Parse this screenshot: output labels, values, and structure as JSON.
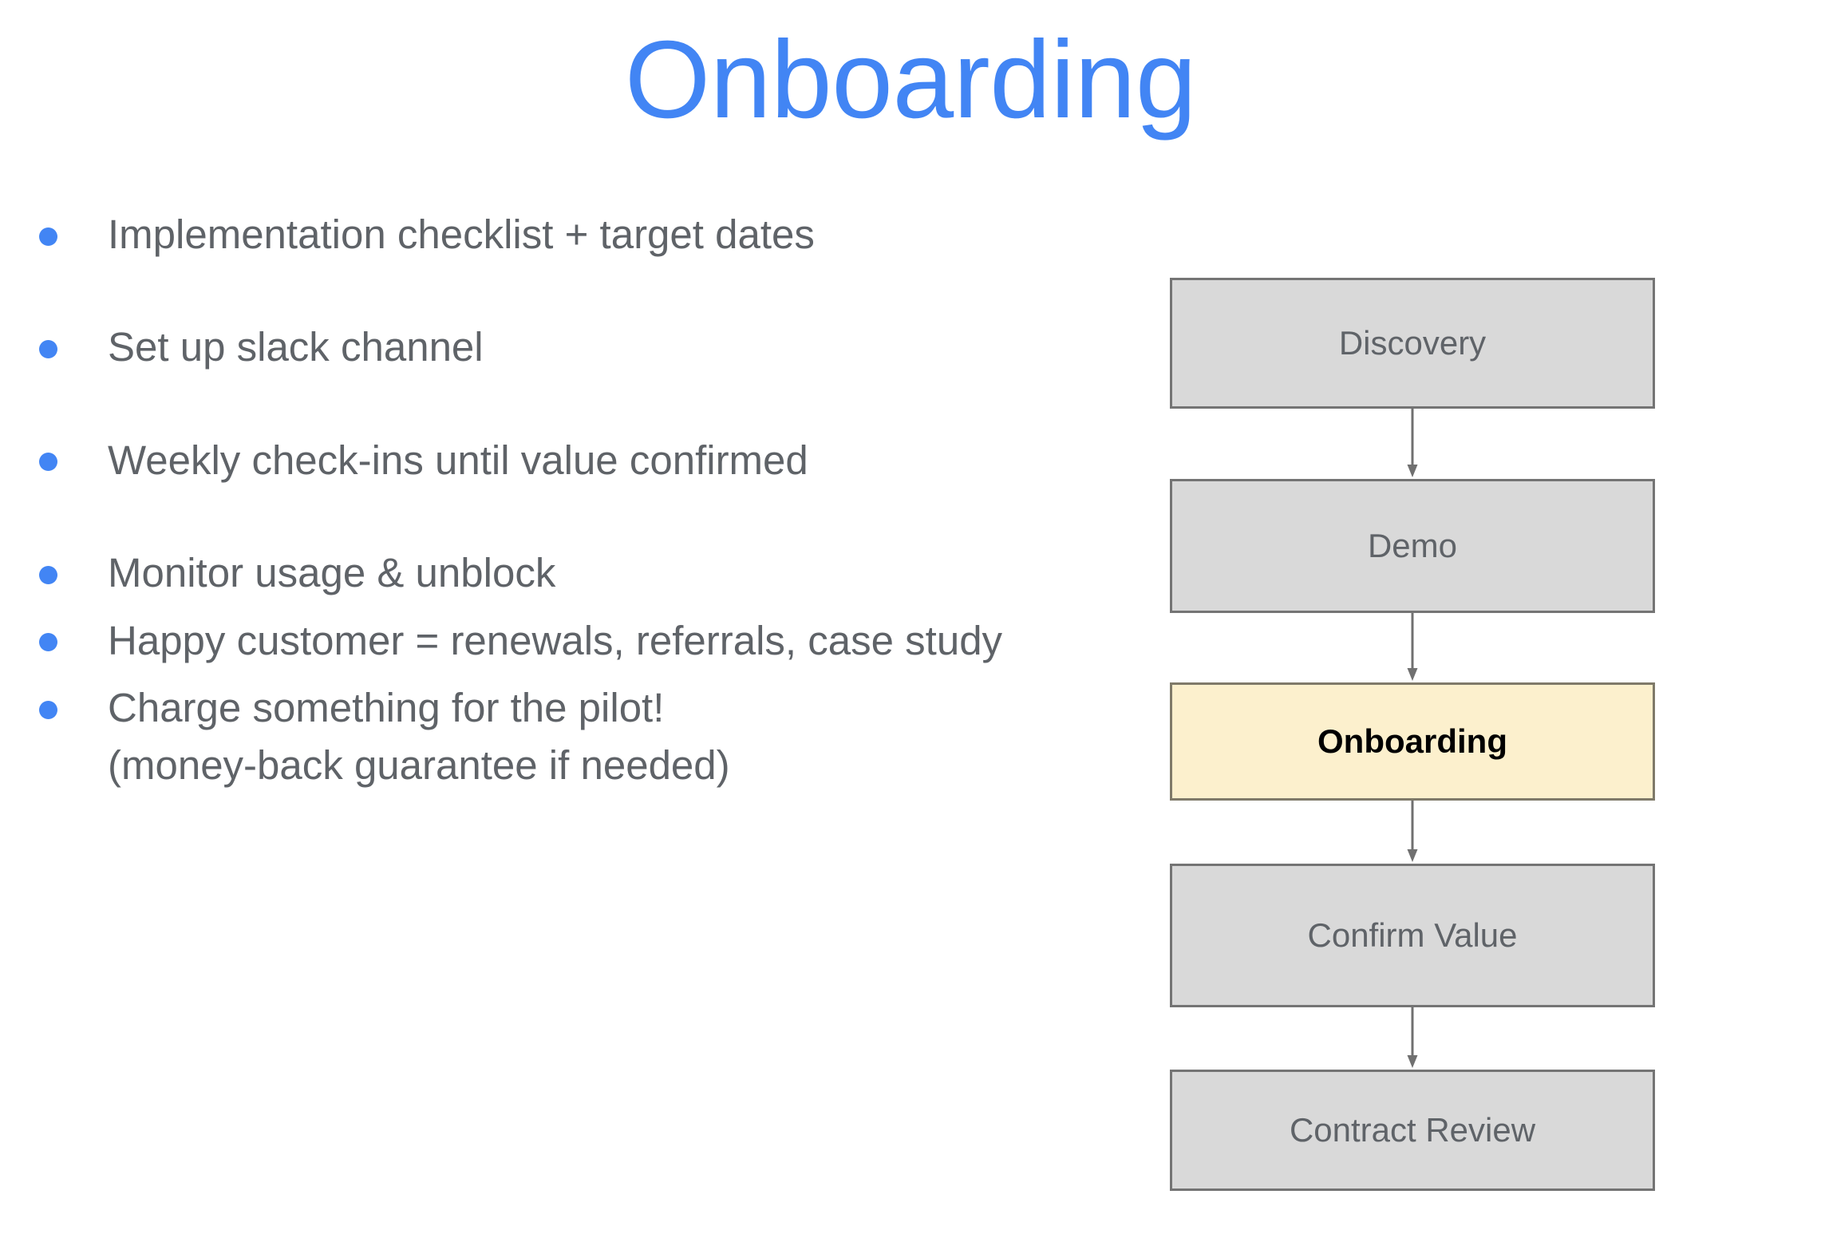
{
  "slide": {
    "title": "Onboarding",
    "title_color": "#4285F4",
    "background_color": "#FFFFFF",
    "body_text_color": "#5F6368",
    "bullet_color": "#4285F4"
  },
  "bullets": [
    {
      "text": "Implementation checklist + target dates"
    },
    {
      "text": "Set up slack channel"
    },
    {
      "text": "Weekly check-ins until value confirmed"
    },
    {
      "text": "Monitor usage & unblock"
    },
    {
      "text": "Happy customer = renewals, referrals, case study"
    },
    {
      "text": "Charge something for the pilot!\n(money-back guarantee if needed)"
    }
  ],
  "flowchart": {
    "node_fill": "#D9D9D9",
    "node_border": "#747474",
    "node_text_color": "#5F6368",
    "highlight_fill": "#FCF0CD",
    "highlight_text_color": "#000000",
    "arrow_color": "#707070",
    "nodes": [
      {
        "label": "Discovery",
        "highlighted": false
      },
      {
        "label": "Demo",
        "highlighted": false
      },
      {
        "label": "Onboarding",
        "highlighted": true
      },
      {
        "label": "Confirm Value",
        "highlighted": false
      },
      {
        "label": "Contract Review",
        "highlighted": false
      }
    ]
  }
}
